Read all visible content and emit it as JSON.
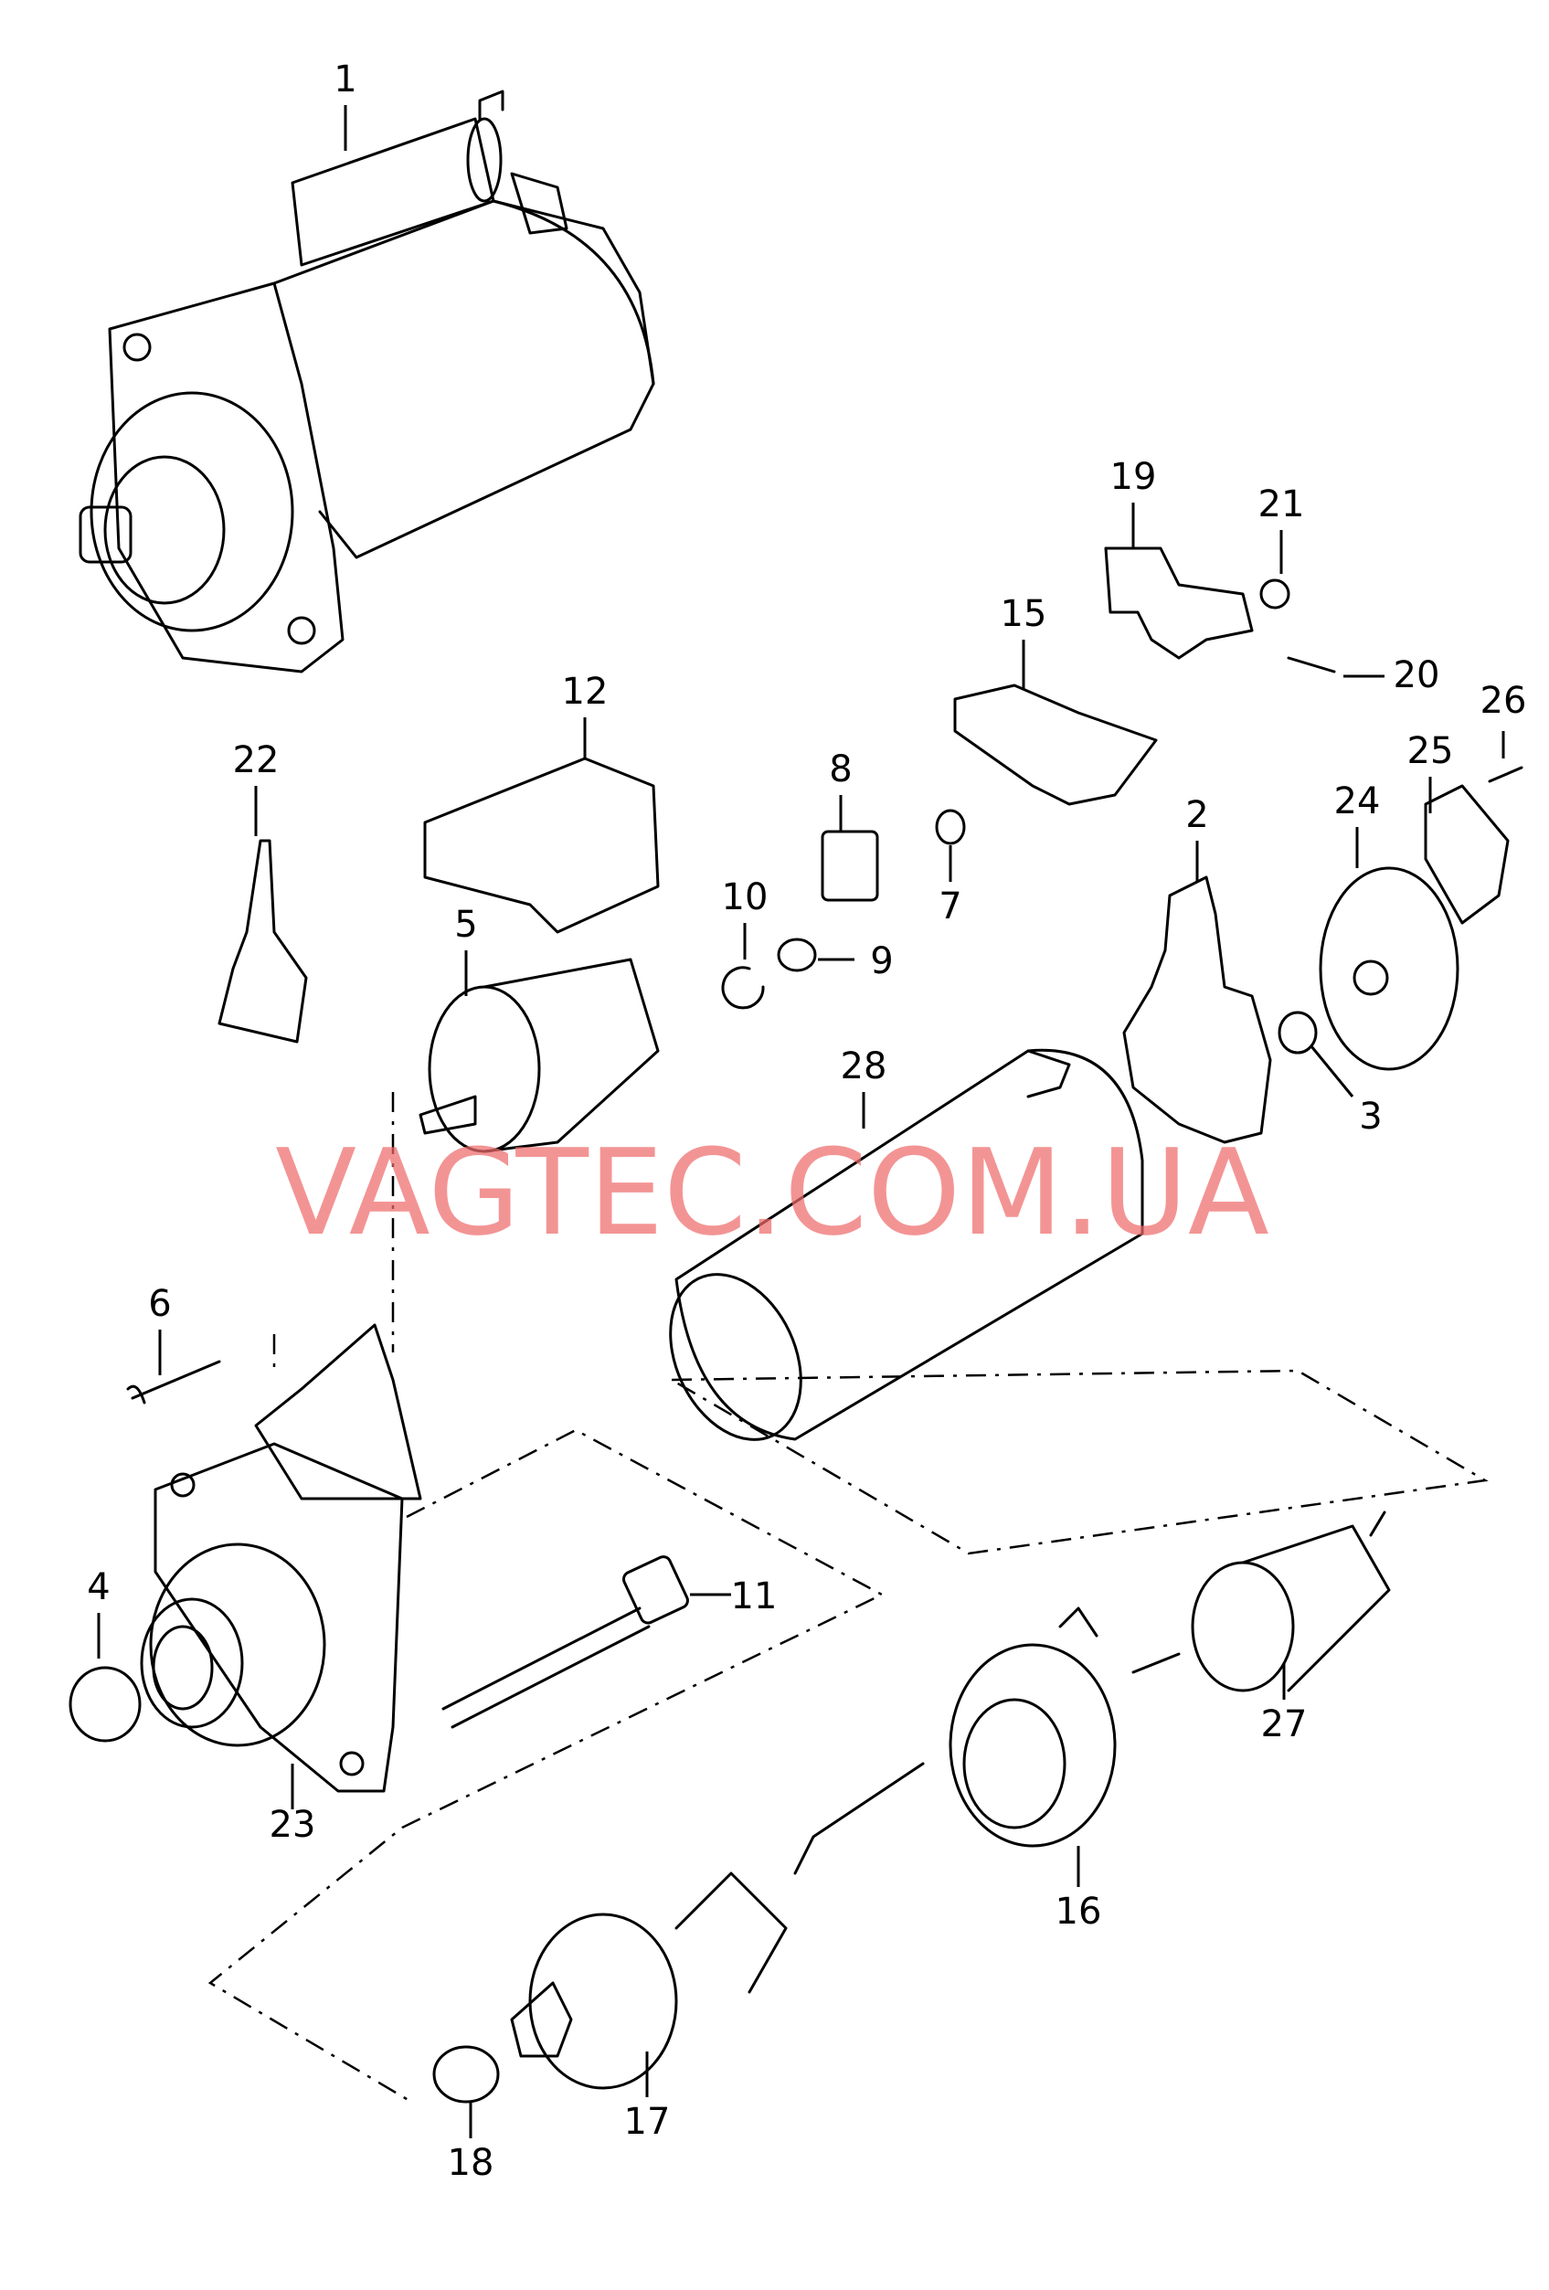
{
  "watermark": "VAGTEC.COM.UA",
  "callouts": {
    "c1": "1",
    "c2": "2",
    "c3": "3",
    "c4": "4",
    "c5": "5",
    "c6": "6",
    "c7": "7",
    "c8": "8",
    "c9": "9",
    "c10": "10",
    "c11": "11",
    "c12": "12",
    "c15": "15",
    "c16": "16",
    "c17": "17",
    "c18": "18",
    "c19": "19",
    "c20": "20",
    "c21": "21",
    "c22": "22",
    "c23": "23",
    "c24": "24",
    "c25": "25",
    "c26": "26",
    "c27": "27",
    "c28": "28"
  },
  "colors": {
    "line": "#000000",
    "watermark": "#ef6b6b",
    "background": "#ffffff"
  }
}
